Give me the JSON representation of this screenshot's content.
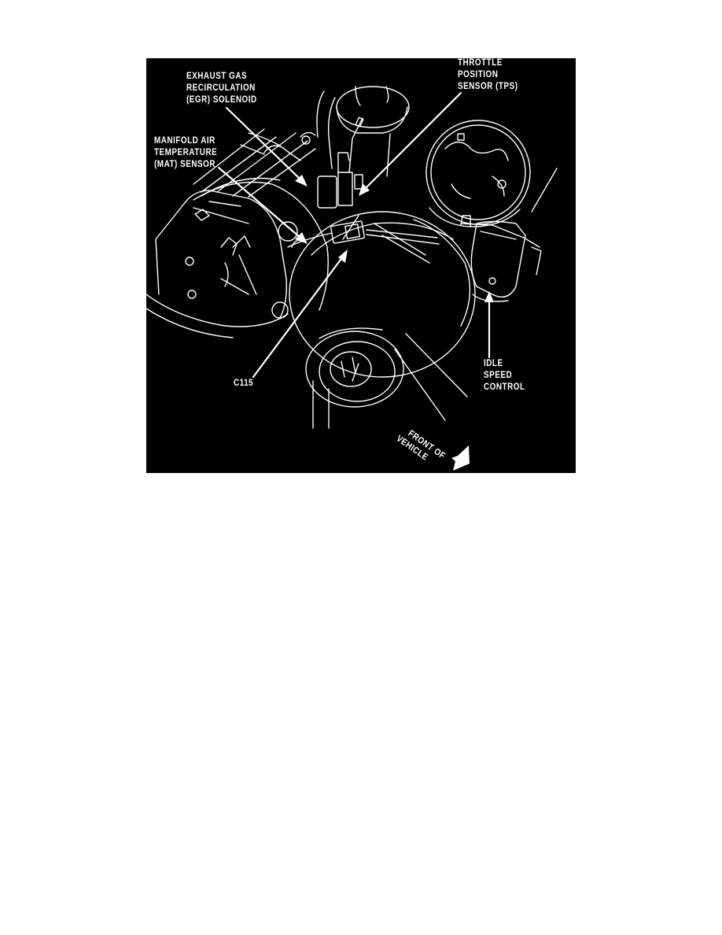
{
  "figure": {
    "description": "Engine compartment line illustration showing sensor and component locations",
    "background_color": "#000000",
    "line_color": "#ffffff",
    "labels": {
      "egr": [
        "EXHAUST GAS",
        "RECIRCULATION",
        "(EGR) SOLENOID"
      ],
      "tps": [
        "THROTTLE",
        "POSITION",
        "SENSOR (TPS)"
      ],
      "mat": [
        "MANIFOLD AIR",
        "TEMPERATURE",
        "(MAT) SENSOR"
      ],
      "c115": [
        "C115"
      ],
      "isc": [
        "IDLE",
        "SPEED",
        "CONTROL"
      ],
      "front": [
        "FRONT OF",
        "VEHICLE"
      ]
    }
  }
}
